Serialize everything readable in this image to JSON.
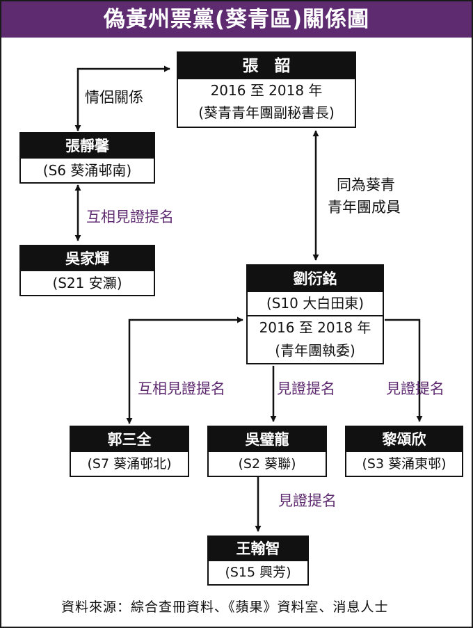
{
  "title": "偽黃州票黨(葵青區)關係圖",
  "people": {
    "zhang_shao": {
      "name": "張　韶",
      "period": "2016 至 2018 年",
      "role": "(葵青青年團副秘書長)"
    },
    "zhang_jingxin": {
      "name": "張靜馨",
      "detail": "(S6 葵涌邨南)"
    },
    "wu_jiahui": {
      "name": "吳家輝",
      "detail": "(S21 安灝)"
    },
    "liu_yanming": {
      "name": "劉衍銘",
      "detail": "(S10 大白田東)",
      "period": "2016 至 2018 年",
      "role": "(青年團執委)"
    },
    "guo_sanquan": {
      "name": "郭三全",
      "detail": "(S7 葵涌邨北)"
    },
    "wu_bilong": {
      "name": "吳璧龍",
      "detail": "(S2 葵聯)"
    },
    "li_songxin": {
      "name": "黎頌欣",
      "detail": "(S3 葵涌東邨)"
    },
    "wang_hanzhi": {
      "name": "王翰智",
      "detail": "(S15 興芳)"
    }
  },
  "relations": {
    "couple": "情侶關係",
    "mutual_nomination_1": "互相見證提名",
    "same_member_line1": "同為葵青",
    "same_member_line2": "青年團成員",
    "mutual_nomination_2": "互相見證提名",
    "nomination_wu_bilong": "見證提名",
    "nomination_li_songxin": "見證提名",
    "nomination_wang_hanzhi": "見證提名"
  },
  "source": "資料來源：綜合查冊資料、《蘋果》資料室、消息人士",
  "colors": {
    "title_bg": "#5e2a70",
    "label_purple": "#5e2a70",
    "box_header": "#111111"
  }
}
